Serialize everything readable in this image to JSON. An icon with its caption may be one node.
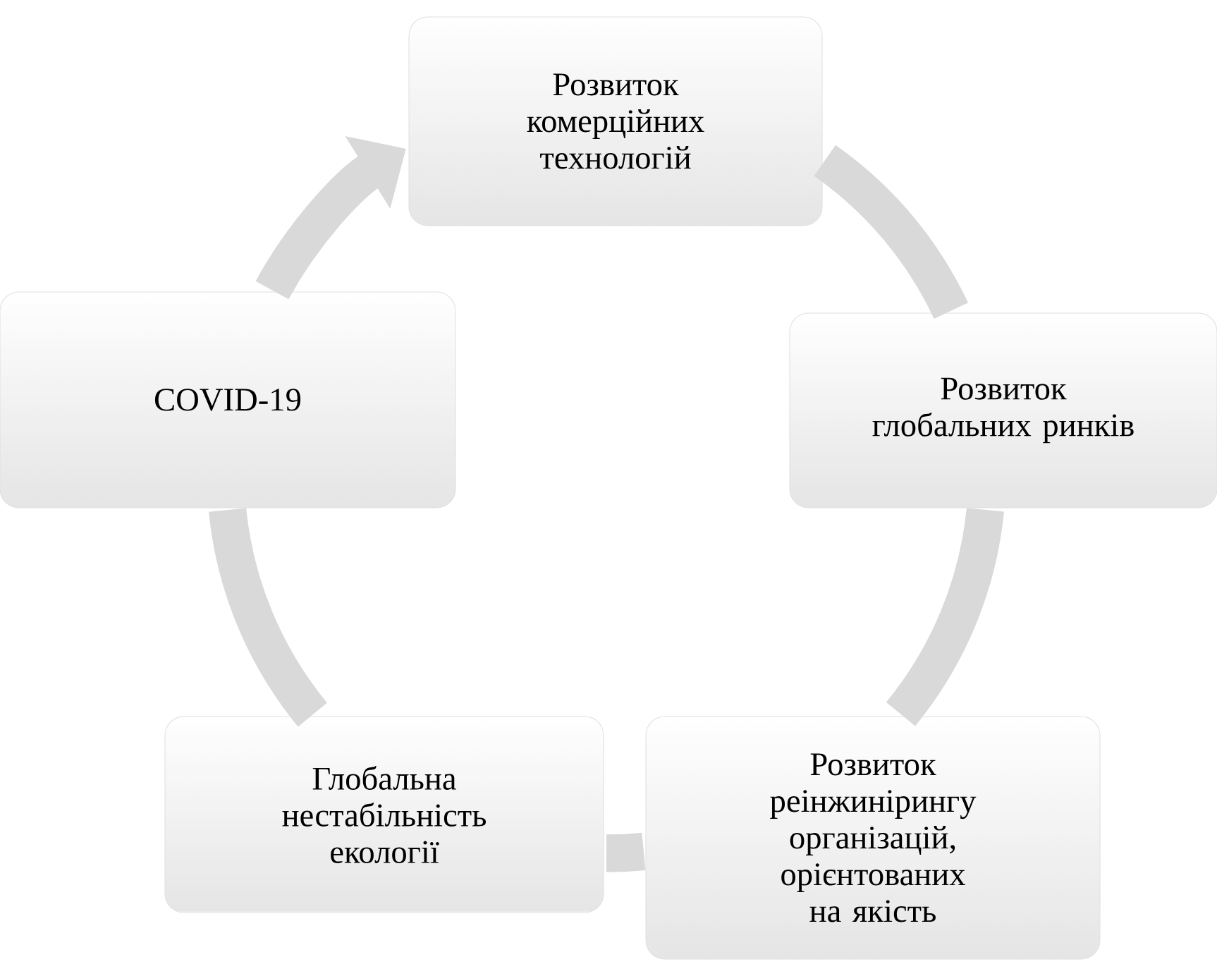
{
  "diagram": {
    "nodes": [
      {
        "text": [
          "Розвиток комерційних технологій"
        ]
      },
      {
        "text": [
          "Розвиток глобальних ринків"
        ]
      },
      {
        "text": [
          "Розвиток реінжинірингу організацій, орієнтованих на якість"
        ]
      },
      {
        "text": [
          "Глобальна нестабільність екології"
        ]
      },
      {
        "text": [
          "COVID-19"
        ]
      }
    ],
    "edges": [
      {
        "from": 0,
        "to": 1,
        "arrow": "none"
      },
      {
        "from": 1,
        "to": 2,
        "arrow": "none"
      },
      {
        "from": 2,
        "to": 3,
        "arrow": "none"
      },
      {
        "from": 3,
        "to": 4,
        "arrow": "none"
      },
      {
        "from": 4,
        "to": 0,
        "arrow": "to"
      }
    ]
  }
}
